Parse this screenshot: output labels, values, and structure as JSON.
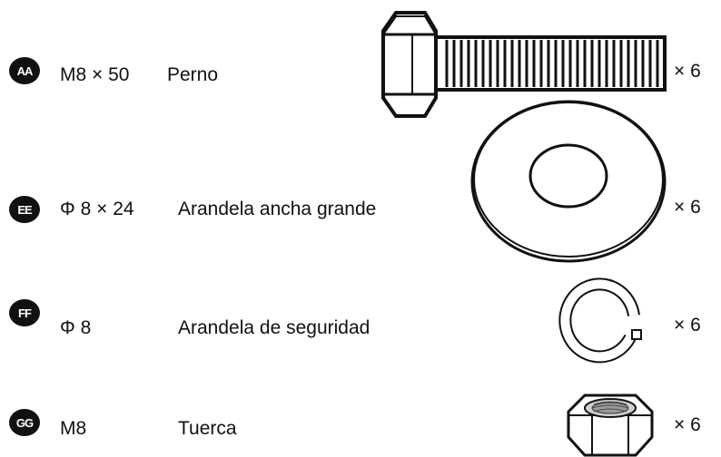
{
  "parts": [
    {
      "code": "AA",
      "spec": "M8 × 50",
      "name": "Perno",
      "qty": "× 6",
      "icon": "bolt-icon"
    },
    {
      "code": "EE",
      "spec": "Φ 8 × 24",
      "name": "Arandela ancha grande",
      "qty": "× 6",
      "icon": "flat-washer-icon"
    },
    {
      "code": "FF",
      "spec": "Φ 8",
      "name": "Arandela de seguridad",
      "qty": "× 6",
      "icon": "lock-washer-icon"
    },
    {
      "code": "GG",
      "spec": "M8",
      "name": "Tuerca",
      "qty": "× 6",
      "icon": "hex-nut-icon"
    }
  ]
}
